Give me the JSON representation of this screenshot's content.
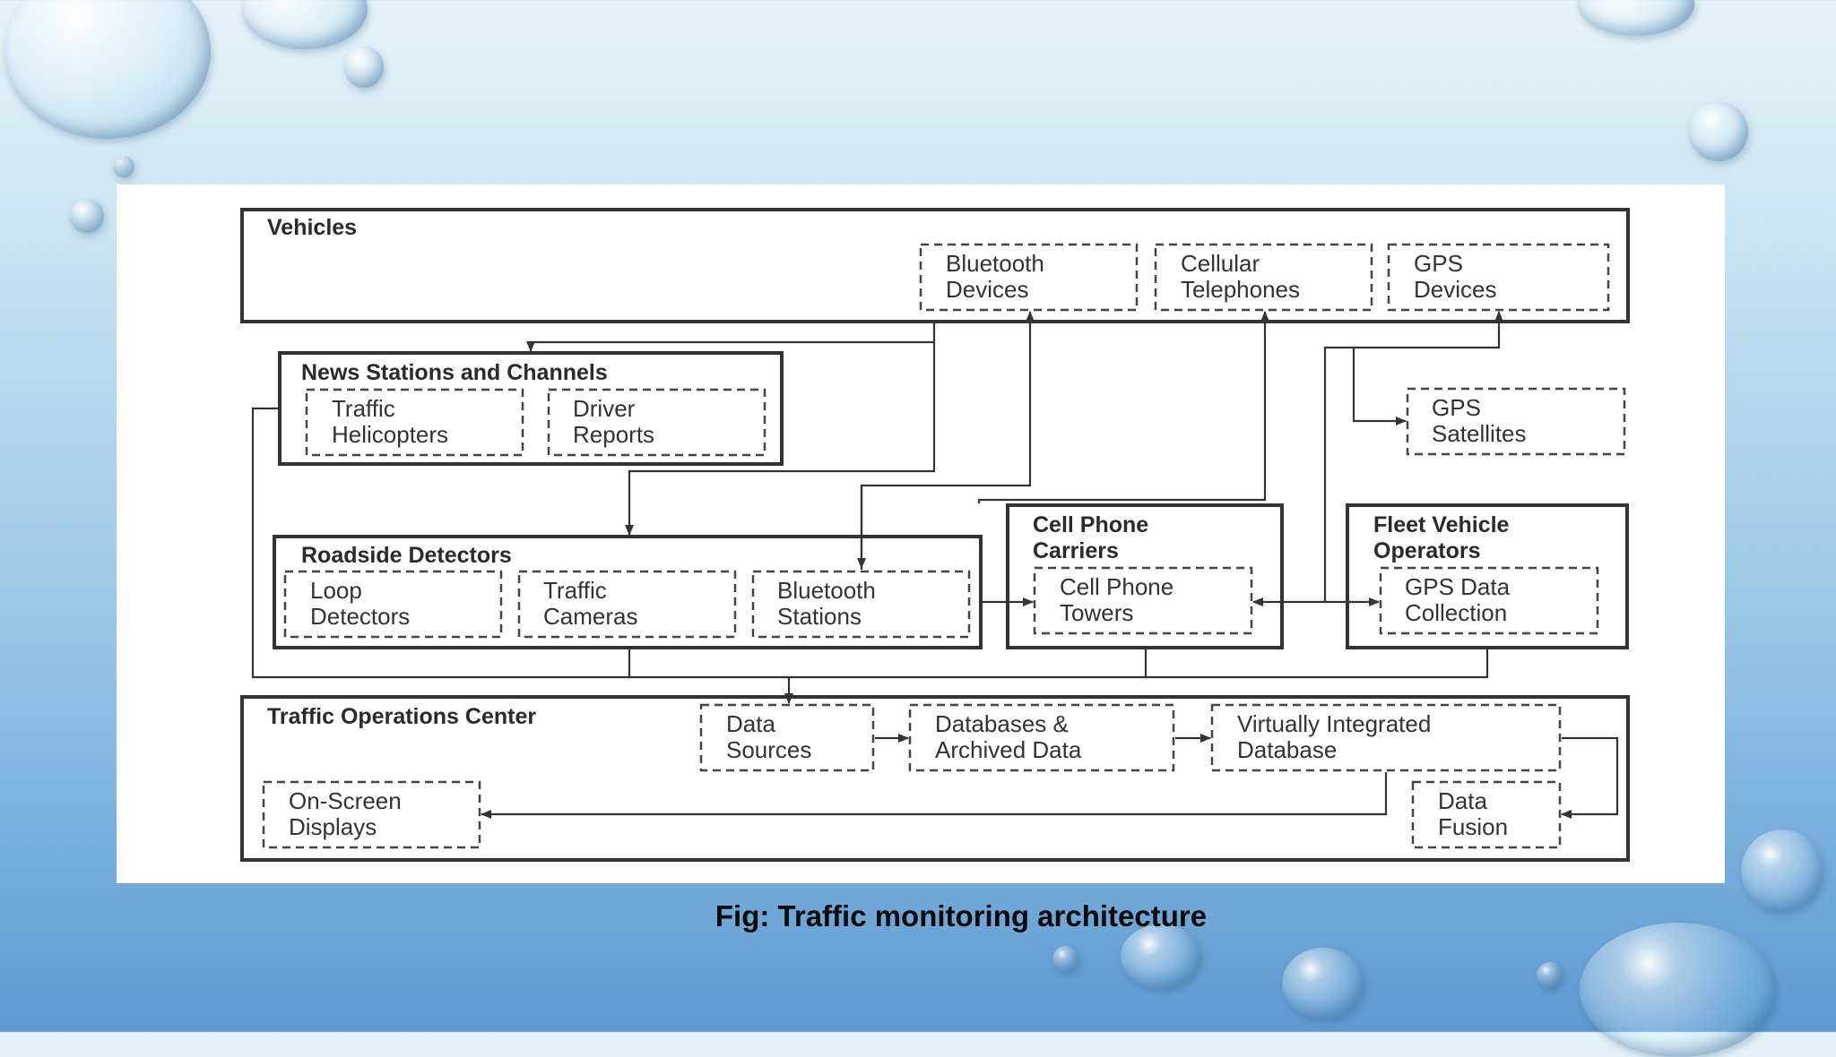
{
  "figure": {
    "caption": "Fig: Traffic monitoring architecture",
    "groups": {
      "vehicles": "Vehicles",
      "news": "News Stations and Channels",
      "roadside": "Roadside Detectors",
      "cell_carriers": "Cell Phone\nCarriers",
      "fleet": "Fleet Vehicle\nOperators",
      "toc": "Traffic Operations Center"
    },
    "components": {
      "bluetooth_devices": "Bluetooth\nDevices",
      "cellular_telephones": "Cellular\nTelephones",
      "gps_devices": "GPS\nDevices",
      "traffic_helicopters": "Traffic\nHelicopters",
      "driver_reports": "Driver\nReports",
      "gps_satellites": "GPS\nSatellites",
      "loop_detectors": "Loop\nDetectors",
      "traffic_cameras": "Traffic\nCameras",
      "bluetooth_stations": "Bluetooth\nStations",
      "cell_phone_towers": "Cell Phone\nTowers",
      "gps_data_collection": "GPS Data\nCollection",
      "data_sources": "Data\nSources",
      "databases_archived": "Databases &\nArchived Data",
      "virtually_integrated": "Virtually Integrated\nDatabase",
      "on_screen_displays": "On-Screen\nDisplays",
      "data_fusion": "Data\nFusion"
    }
  }
}
